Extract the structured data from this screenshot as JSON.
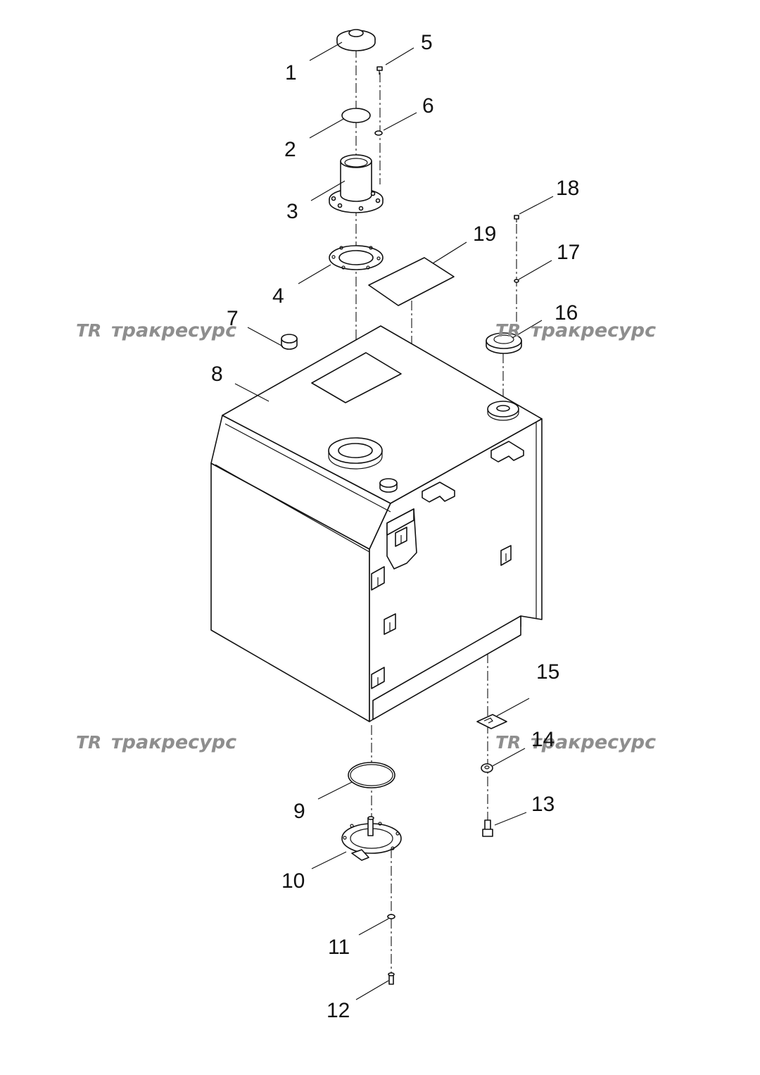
{
  "callouts": [
    {
      "id": "1",
      "label": "1"
    },
    {
      "id": "2",
      "label": "2"
    },
    {
      "id": "3",
      "label": "3"
    },
    {
      "id": "4",
      "label": "4"
    },
    {
      "id": "5",
      "label": "5"
    },
    {
      "id": "6",
      "label": "6"
    },
    {
      "id": "7",
      "label": "7"
    },
    {
      "id": "8",
      "label": "8"
    },
    {
      "id": "9",
      "label": "9"
    },
    {
      "id": "10",
      "label": "10"
    },
    {
      "id": "11",
      "label": "11"
    },
    {
      "id": "12",
      "label": "12"
    },
    {
      "id": "13",
      "label": "13"
    },
    {
      "id": "14",
      "label": "14"
    },
    {
      "id": "15",
      "label": "15"
    },
    {
      "id": "16",
      "label": "16"
    },
    {
      "id": "17",
      "label": "17"
    },
    {
      "id": "18",
      "label": "18"
    },
    {
      "id": "19",
      "label": "19"
    }
  ],
  "watermark": {
    "logo": "TR",
    "text": "тракресурс"
  }
}
